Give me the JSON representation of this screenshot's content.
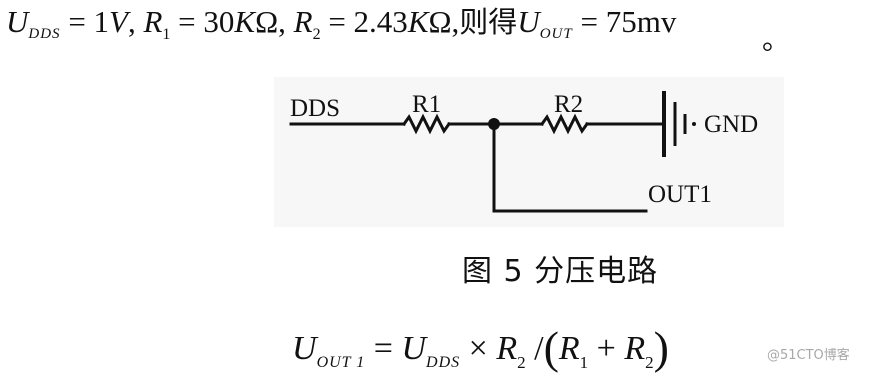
{
  "line1": {
    "u": "U",
    "dds_sub": "DDS",
    "eq1": " = 1",
    "v": "V",
    "sep1": ", ",
    "r1": "R",
    "r1_sub": "1",
    "eq2": " = 30",
    "k1": "K",
    "ohm1": "Ω, ",
    "r2": "R",
    "r2_sub": "2",
    "eq3": " = 2.43",
    "k2": "K",
    "ohm2": "Ω,",
    "cn": "则得",
    "u2": "U",
    "out_sub": "OUT",
    "eq4": " = 75mv",
    "period": "。"
  },
  "circuit": {
    "dds": "DDS",
    "r1": "R1",
    "r2": "R2",
    "gnd": "GND",
    "out1": "OUT1"
  },
  "caption": "图 5  分压电路",
  "formula": {
    "u": "U",
    "out_sub": "OUT 1",
    "eq": " = ",
    "u2": "U",
    "dds_sub": "DDS",
    "times": " × ",
    "r2": "R",
    "r2_sub": "2",
    "slash": " /",
    "lparen": "(",
    "r1b": "R",
    "r1b_sub": "1",
    "plus": " + ",
    "r2b": "R",
    "r2b_sub": "2",
    "rparen": ")"
  },
  "watermark": "@51CTO博客"
}
